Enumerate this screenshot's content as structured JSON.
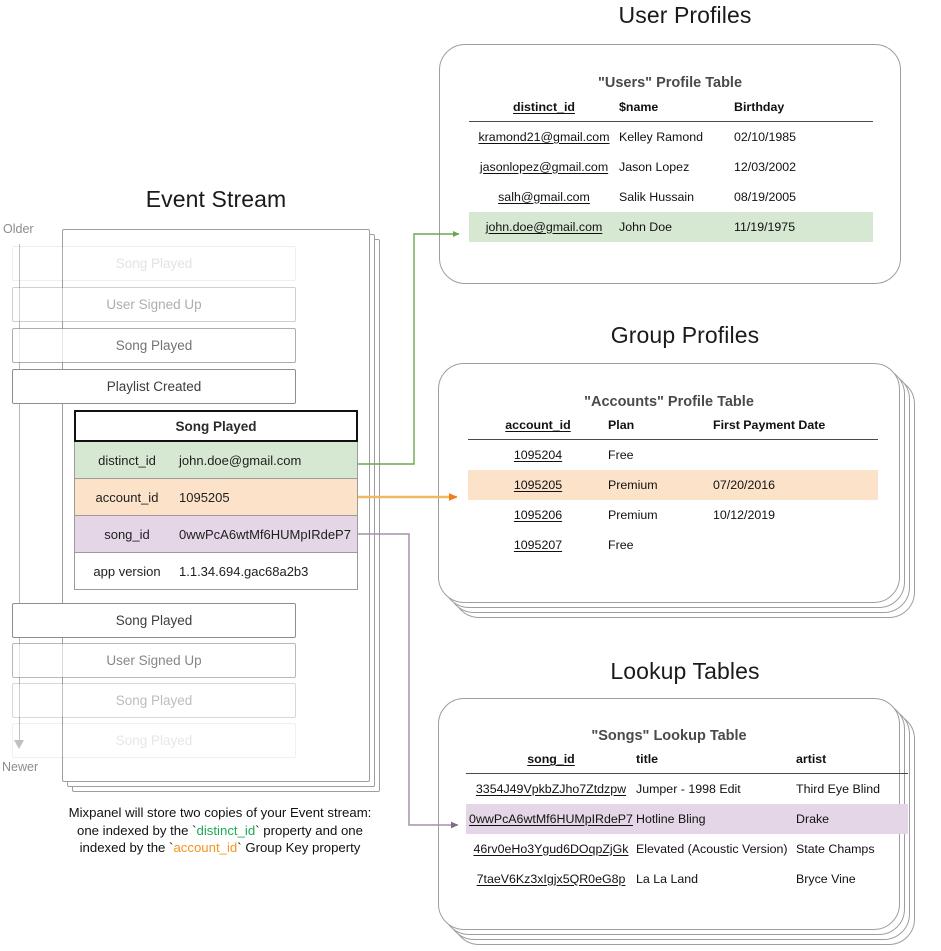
{
  "sections": {
    "event_stream_title": "Event Stream",
    "user_profiles_title": "User Profiles",
    "group_profiles_title": "Group Profiles",
    "lookup_tables_title": "Lookup Tables"
  },
  "axis": {
    "older_label": "Older",
    "newer_label": "Newer"
  },
  "event_stream": {
    "events_above": [
      {
        "label": "Song Played",
        "opacity": 0.14
      },
      {
        "label": "User Signed Up",
        "opacity": 0.42
      },
      {
        "label": "Song Played",
        "opacity": 0.72
      },
      {
        "label": "Playlist Created",
        "opacity": 1.0
      }
    ],
    "events_below": [
      {
        "label": "Song Played",
        "opacity": 1.0
      },
      {
        "label": "User Signed Up",
        "opacity": 0.62
      },
      {
        "label": "Song Played",
        "opacity": 0.34
      },
      {
        "label": "Song Played",
        "opacity": 0.12
      }
    ],
    "focused_event": {
      "name": "Song Played",
      "properties": [
        {
          "key": "distinct_id",
          "value": "john.doe@gmail.com",
          "highlight": "green"
        },
        {
          "key": "account_id",
          "value": "1095205",
          "highlight": "orange"
        },
        {
          "key": "song_id",
          "value": "0wwPcA6wtMf6HUMpIRdeP7",
          "highlight": "purple"
        },
        {
          "key": "app version",
          "value": "1.1.34.694.gac68a2b3",
          "highlight": "none"
        }
      ]
    }
  },
  "caption": {
    "line1": "Mixpanel will store two copies of your Event stream:",
    "line2_a": "one indexed by the ",
    "line2_code": "distinct_id",
    "line2_b": " property and one",
    "line3_a": "indexed by the ",
    "line3_code": "account_id",
    "line3_b": " Group Key property"
  },
  "users_table": {
    "title": "\"Users\" Profile Table",
    "columns": [
      "distinct_id",
      "$name",
      "Birthday"
    ],
    "key_column": "distinct_id",
    "rows": [
      {
        "cells": [
          "kramond21@gmail.com",
          "Kelley Ramond",
          "02/10/1985"
        ],
        "highlight": "none"
      },
      {
        "cells": [
          "jasonlopez@gmail.com",
          "Jason Lopez",
          "12/03/2002"
        ],
        "highlight": "none"
      },
      {
        "cells": [
          "salh@gmail.com",
          "Salik Hussain",
          "08/19/2005"
        ],
        "highlight": "none"
      },
      {
        "cells": [
          "john.doe@gmail.com",
          "John Doe",
          "11/19/1975"
        ],
        "highlight": "green"
      }
    ]
  },
  "accounts_table": {
    "title": "\"Accounts\" Profile Table",
    "columns": [
      "account_id",
      "Plan",
      "First Payment Date"
    ],
    "key_column": "account_id",
    "rows": [
      {
        "cells": [
          "1095204",
          "Free",
          ""
        ],
        "highlight": "none"
      },
      {
        "cells": [
          "1095205",
          "Premium",
          "07/20/2016"
        ],
        "highlight": "orange"
      },
      {
        "cells": [
          "1095206",
          "Premium",
          "10/12/2019"
        ],
        "highlight": "none"
      },
      {
        "cells": [
          "1095207",
          "Free",
          ""
        ],
        "highlight": "none"
      }
    ]
  },
  "songs_table": {
    "title": "\"Songs\" Lookup Table",
    "columns": [
      "song_id",
      "title",
      "artist"
    ],
    "key_column": "song_id",
    "rows": [
      {
        "cells": [
          "3354J49VpkbZJho7Ztdzpw",
          "Jumper - 1998 Edit",
          "Third Eye Blind"
        ],
        "highlight": "none"
      },
      {
        "cells": [
          "0wwPcA6wtMf6HUMpIRdeP7",
          "Hotline Bling",
          "Drake"
        ],
        "highlight": "purple"
      },
      {
        "cells": [
          "46rv0eHo3Ygud6DOqpZjGk",
          "Elevated (Acoustic Version)",
          "State Champs"
        ],
        "highlight": "none"
      },
      {
        "cells": [
          "7taeV6Kz3xIgjx5QR0eG8p",
          "La La Land",
          "Bryce Vine"
        ],
        "highlight": "none"
      }
    ]
  },
  "colors": {
    "green_highlight": "#d6e8d2",
    "orange_highlight": "#fce2c9",
    "purple_highlight": "#e4d6e6",
    "green_wire": "#6aa84f",
    "orange_wire": "#f0b860",
    "orange_arrow": "#f07d18",
    "purple_wire": "#a58fad",
    "card_border": "#9e9e9e",
    "code_green": "#1faa55",
    "code_orange": "#f7941d"
  }
}
